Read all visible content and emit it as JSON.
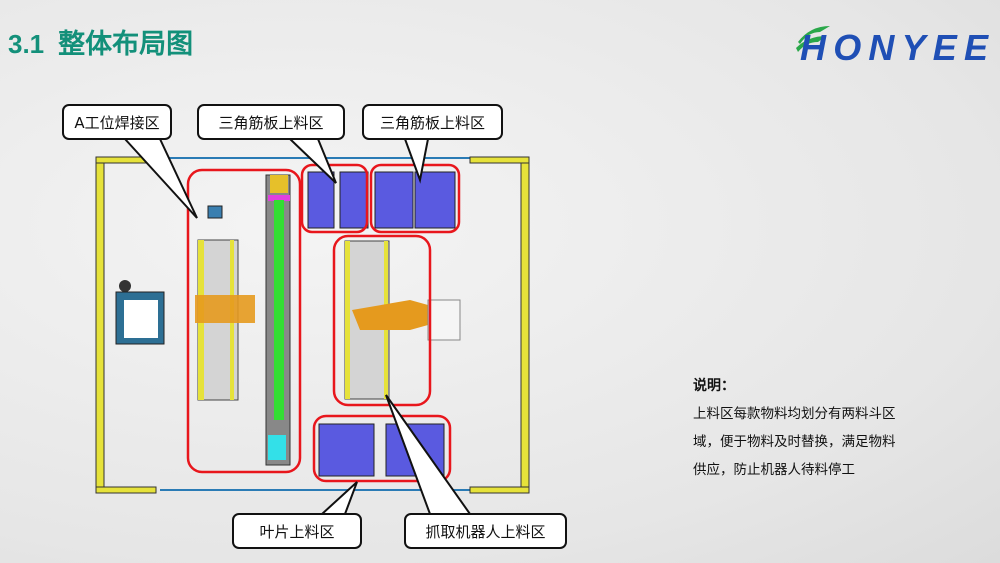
{
  "header": {
    "section_number": "3.1",
    "title": "整体布局图"
  },
  "logo": {
    "text": "HONYEE",
    "colors": {
      "blue": "#1f4fb5",
      "green": "#2aa84a"
    }
  },
  "callouts": [
    {
      "label": "A工位焊接区"
    },
    {
      "label": "三角筋板上料区"
    },
    {
      "label": "三角筋板上料区"
    },
    {
      "label": "叶片上料区"
    },
    {
      "label": "抓取机器人上料区"
    }
  ],
  "note": {
    "heading": "说明：",
    "lines": [
      "上料区每款物料均划分有两料斗区",
      "域，便于物料及时替换，满足物料",
      "供应，防止机器人待料停工"
    ]
  },
  "colors": {
    "accent": "#13907a",
    "zone": "#e8161c",
    "fence": "#e6e23a",
    "bin": "#5a5ae0"
  }
}
